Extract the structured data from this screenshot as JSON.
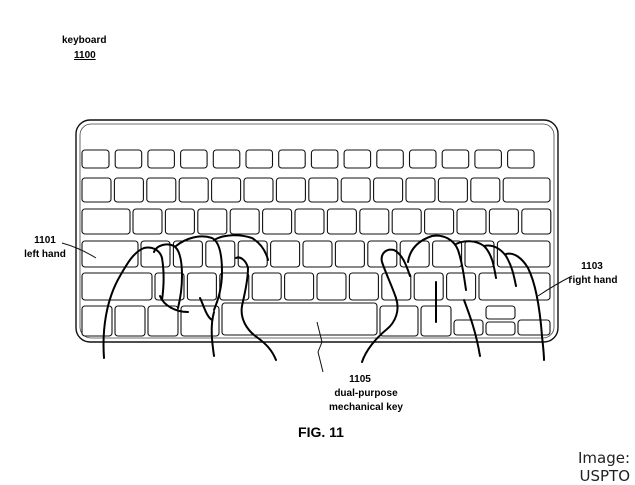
{
  "figure": {
    "keyboard_label": "keyboard",
    "keyboard_ref": "1100",
    "left_hand_ref": "1101",
    "left_hand_label": "left hand",
    "right_hand_ref": "1103",
    "right_hand_label": "right hand",
    "key_ref": "1105",
    "key_label_line1": "dual-purpose",
    "key_label_line2": "mechanical key",
    "fig_label": "FIG. 11"
  },
  "credit": "Image: USPTO"
}
